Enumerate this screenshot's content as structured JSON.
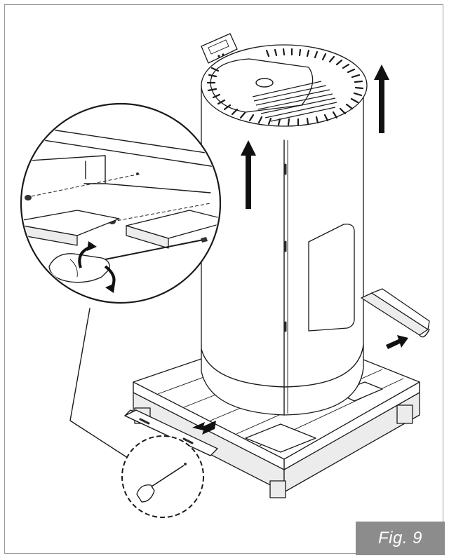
{
  "figure": {
    "label": "Fig. 9",
    "label_bg_color": "#8c8c8c",
    "frame_color": "#9a9a9a",
    "line_color": "#1a1a1a"
  },
  "elements": {
    "stove": "cylindrical-pellet-stove",
    "pallet": "wooden-pallet",
    "brackets": "metal-shipping-brackets",
    "tool": "screwdriver",
    "detail_views": [
      "screw-removal-detail",
      "bracket-screw-detail"
    ]
  }
}
